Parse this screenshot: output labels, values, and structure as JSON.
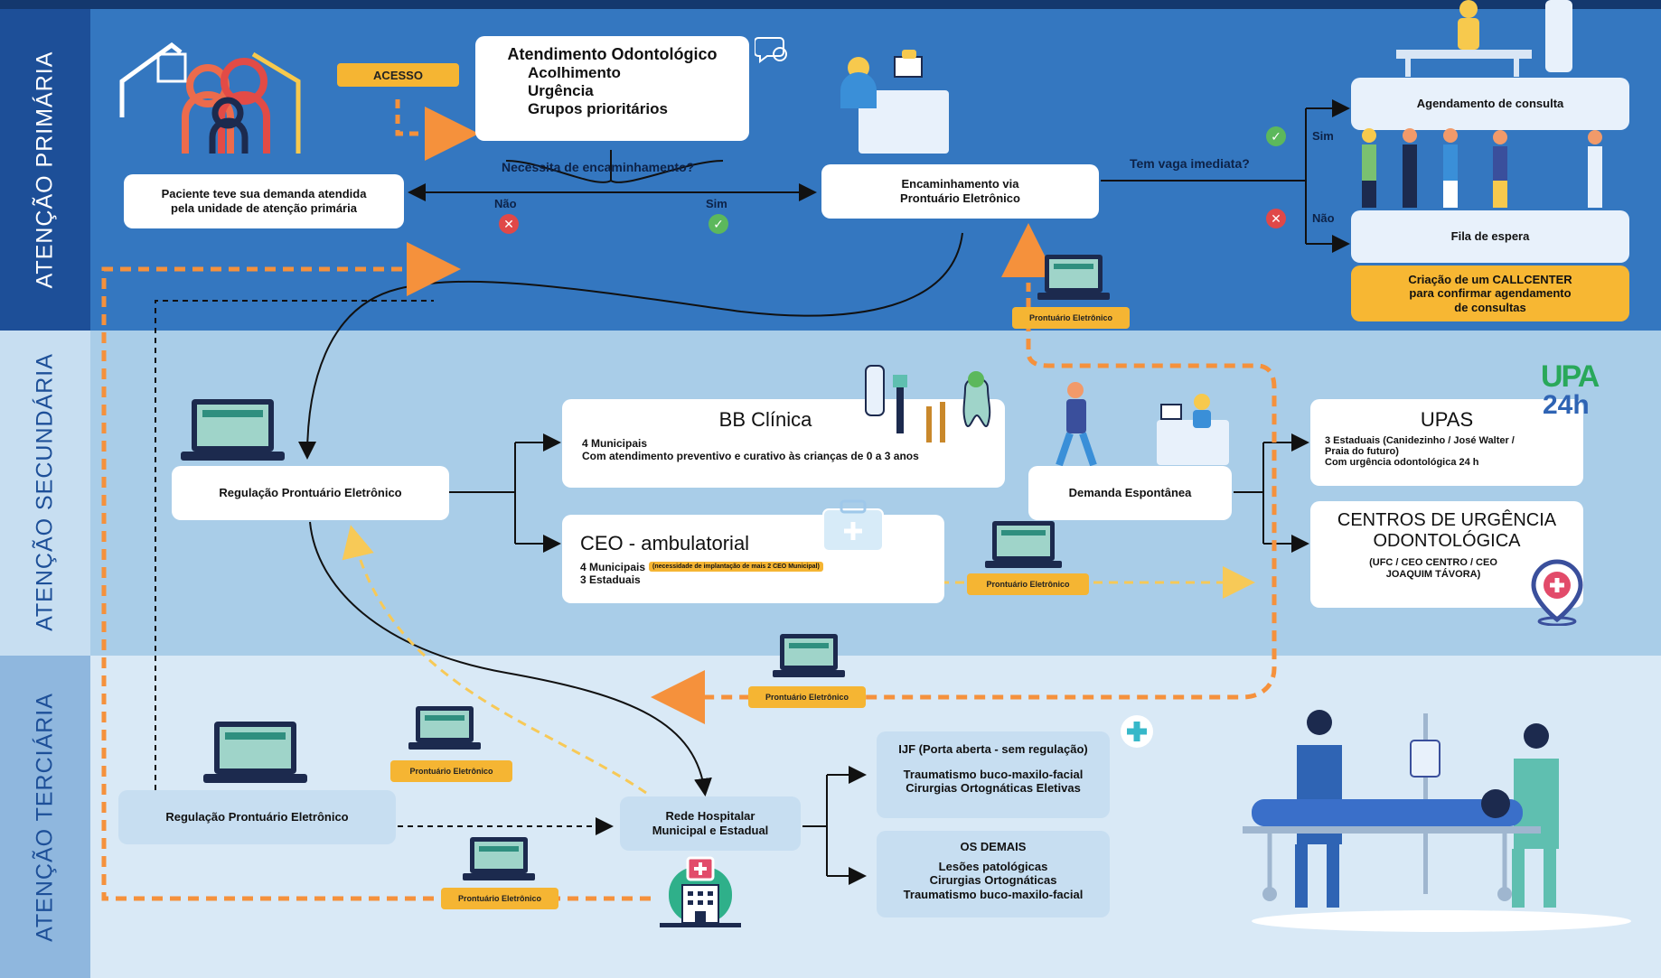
{
  "levels": {
    "primary": "ATENÇÃO PRIMÁRIA",
    "secondary": "ATENÇÃO SECUNDÁRIA",
    "tertiary": "ATENÇÃO TERCIÁRIA"
  },
  "primary": {
    "acesso": "ACESSO",
    "atendimento_title": "Atendimento Odontológico",
    "atendimento_items": [
      "Acolhimento",
      "Urgência",
      "Grupos prioritários"
    ],
    "needs_referral": "Necessita de encaminhamento?",
    "nao": "Não",
    "sim": "Sim",
    "patient_box": [
      "Paciente teve sua demanda atendida",
      "pela unidade de atenção primária"
    ],
    "encaminhamento": [
      "Encaminhamento via",
      "Prontuário Eletrônico"
    ],
    "vaga_question": "Tem vaga imediata?",
    "vaga_sim": "Sim",
    "vaga_nao": "Não",
    "agendamento": "Agendamento de consulta",
    "fila": "Fila de espera",
    "callcenter": [
      "Criação de um CALLCENTER",
      "para confirmar agendamento",
      "de consultas"
    ]
  },
  "secondary": {
    "regulacao": "Regulação Prontuário Eletrônico",
    "bb_title": "BB Clínica",
    "bb_lines": [
      "4 Municipais",
      "Com atendimento preventivo e curativo às crianças de 0 a 3 anos"
    ],
    "ceo_title": "CEO - ambulatorial",
    "ceo_municipais": "4 Municipais",
    "ceo_note": "(necessidade de implantação de mais 2 CEO Municipal)",
    "ceo_estaduais": "3 Estaduais",
    "demanda": "Demanda Espontânea",
    "upas_title": "UPAS",
    "upas_lines": [
      "3 Estaduais (Canidezinho / José Walter /",
      "Praia do futuro)",
      "Com urgência odontológica 24 h"
    ],
    "upa_logo_top": "UPA",
    "upa_logo_bottom": "24h",
    "centros_title": [
      "CENTROS DE URGÊNCIA",
      "ODONTOLÓGICA"
    ],
    "centros_lines": [
      "(UFC / CEO CENTRO / CEO",
      "JOAQUIM TÁVORA)"
    ]
  },
  "tertiary": {
    "regulacao": "Regulação Prontuário Eletrônico",
    "rede": [
      "Rede Hospitalar",
      "Municipal e Estadual"
    ],
    "ijf_title": "IJF (Porta aberta - sem regulação)",
    "ijf_lines": [
      "Traumatismo buco-maxilo-facial",
      "Cirurgias Ortognáticas Eletivas"
    ],
    "demais_title": "OS DEMAIS",
    "demais_lines": [
      "Lesões patológicas",
      "Cirurgias Ortognáticas",
      "Traumatismo buco-maxilo-facial"
    ]
  },
  "prontuario_tag": "Prontuário Eletrônico",
  "colors": {
    "primary_band": "#3477c0",
    "secondary_band": "#a9cde8",
    "tertiary_band": "#d9e9f6",
    "orange_dashed": "#f5913c",
    "yellow_dashed": "#f7c957",
    "tag": "#f5b533"
  }
}
